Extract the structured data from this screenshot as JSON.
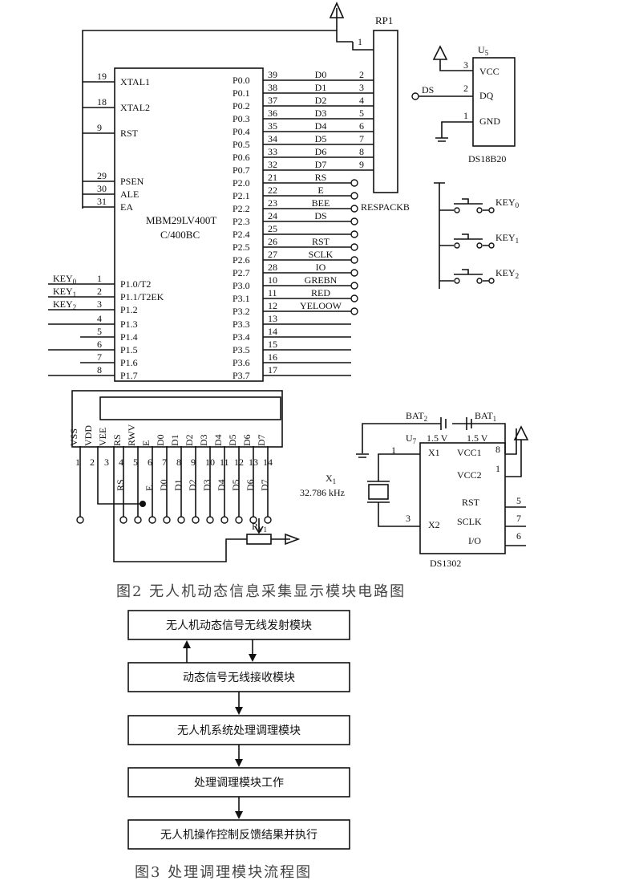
{
  "fig2": {
    "caption": "图2 无人机动态信息采集显示模块电路图",
    "mcu": {
      "name1": "MBM29LV400T",
      "name2": "C/400BC",
      "left_pins": [
        {
          "num": "19",
          "name": "XTAL1"
        },
        {
          "num": "18",
          "name": "XTAL2"
        },
        {
          "num": "9",
          "name": "RST"
        },
        {
          "num": "29",
          "name": "PSEN"
        },
        {
          "num": "30",
          "name": "ALE"
        },
        {
          "num": "31",
          "name": "EA"
        },
        {
          "num": "1",
          "name": "P1.0/T2",
          "ext": "KEY",
          "sub": "0"
        },
        {
          "num": "2",
          "name": "P1.1/T2EK",
          "ext": "KEY",
          "sub": "1"
        },
        {
          "num": "3",
          "name": "P1.2",
          "ext": "KEY",
          "sub": "2"
        },
        {
          "num": "4",
          "name": "P1.3"
        },
        {
          "num": "5",
          "name": "P1.4"
        },
        {
          "num": "6",
          "name": "P1.5"
        },
        {
          "num": "7",
          "name": "P1.6"
        },
        {
          "num": "8",
          "name": "P1.7"
        }
      ],
      "right_pins": [
        {
          "num": "39",
          "name": "P0.0",
          "sig": "D0",
          "rp": "2"
        },
        {
          "num": "38",
          "name": "P0.1",
          "sig": "D1",
          "rp": "3"
        },
        {
          "num": "37",
          "name": "P0.2",
          "sig": "D2",
          "rp": "4"
        },
        {
          "num": "36",
          "name": "P0.3",
          "sig": "D3",
          "rp": "5"
        },
        {
          "num": "35",
          "name": "P0.4",
          "sig": "D4",
          "rp": "6"
        },
        {
          "num": "34",
          "name": "P0.5",
          "sig": "D5",
          "rp": "7"
        },
        {
          "num": "33",
          "name": "P0.6",
          "sig": "D6",
          "rp": "8"
        },
        {
          "num": "32",
          "name": "P0.7",
          "sig": "D7",
          "rp": "9"
        },
        {
          "num": "21",
          "name": "P2.0",
          "sig": "RS"
        },
        {
          "num": "22",
          "name": "P2.1",
          "sig": "E"
        },
        {
          "num": "23",
          "name": "P2.2",
          "sig": "BEE"
        },
        {
          "num": "24",
          "name": "P2.3",
          "sig": "DS"
        },
        {
          "num": "25",
          "name": "P2.4",
          "sig": ""
        },
        {
          "num": "26",
          "name": "P2.5",
          "sig": "RST"
        },
        {
          "num": "27",
          "name": "P2.6",
          "sig": "SCLK"
        },
        {
          "num": "28",
          "name": "P2.7",
          "sig": "IO"
        },
        {
          "num": "10",
          "name": "P3.0",
          "sig": "GREBN"
        },
        {
          "num": "11",
          "name": "P3.1",
          "sig": "RED"
        },
        {
          "num": "12",
          "name": "P3.2",
          "sig": "YELOOW"
        },
        {
          "num": "13",
          "name": "P3.3",
          "sig": ""
        },
        {
          "num": "14",
          "name": "P3.4",
          "sig": ""
        },
        {
          "num": "15",
          "name": "P3.5",
          "sig": ""
        },
        {
          "num": "16",
          "name": "P3.6",
          "sig": ""
        },
        {
          "num": "17",
          "name": "P3.7",
          "sig": ""
        }
      ]
    },
    "rp1": {
      "name": "RP1",
      "pin1": "1",
      "sub": "RESPACKB"
    },
    "ds18b20": {
      "ref": "U",
      "ref_sub": "5",
      "name": "DS18B20",
      "net": "DS",
      "pins": [
        {
          "num": "3",
          "name": "VCC"
        },
        {
          "num": "2",
          "name": "DQ"
        },
        {
          "num": "1",
          "name": "GND"
        }
      ]
    },
    "keys": [
      {
        "name": "KEY",
        "sub": "0"
      },
      {
        "name": "KEY",
        "sub": "1"
      },
      {
        "name": "KEY",
        "sub": "2"
      }
    ],
    "lcd": {
      "pins": [
        {
          "num": "1",
          "name": "VSS"
        },
        {
          "num": "2",
          "name": "VDD"
        },
        {
          "num": "3",
          "name": "VEE"
        },
        {
          "num": "4",
          "name": "RS"
        },
        {
          "num": "5",
          "name": "RWV"
        },
        {
          "num": "6",
          "name": "E"
        },
        {
          "num": "7",
          "name": "D0"
        },
        {
          "num": "8",
          "name": "D1"
        },
        {
          "num": "9",
          "name": "D2"
        },
        {
          "num": "10",
          "name": "D3"
        },
        {
          "num": "11",
          "name": "D4"
        },
        {
          "num": "12",
          "name": "D5"
        },
        {
          "num": "13",
          "name": "D6"
        },
        {
          "num": "14",
          "name": "D7"
        }
      ],
      "nets": [
        "RS",
        "",
        "E",
        "D0",
        "D1",
        "D2",
        "D3",
        "D4",
        "D5",
        "D6",
        "D7"
      ],
      "pot": "R",
      "pot_sub": "V1"
    },
    "ds1302": {
      "ref": "U",
      "ref_sub": "7",
      "name": "DS1302",
      "bat2": "BAT",
      "bat2_sub": "2",
      "bat1": "BAT",
      "bat1_sub": "1",
      "volt_a": "1.5 V",
      "volt_b": "1.5 V",
      "xtal": "X",
      "xtal_sub": "1",
      "freq": "32.786 kHz",
      "pins": [
        {
          "num": "1",
          "name": "X1"
        },
        {
          "num": "3",
          "name": "X2"
        },
        {
          "num": "8",
          "name": "VCC1"
        },
        {
          "num": "1",
          "name": "VCC2"
        },
        {
          "num": "5",
          "name": "RST"
        },
        {
          "num": "7",
          "name": "SCLK"
        },
        {
          "num": "6",
          "name": "I/O"
        }
      ]
    }
  },
  "fig3": {
    "caption": "图3 处理调理模块流程图",
    "steps": [
      "无人机动态信号无线发射模块",
      "动态信号无线接收模块",
      "无人机系统处理调理模块",
      "处理调理模块工作",
      "无人机操作控制反馈结果并执行"
    ]
  }
}
